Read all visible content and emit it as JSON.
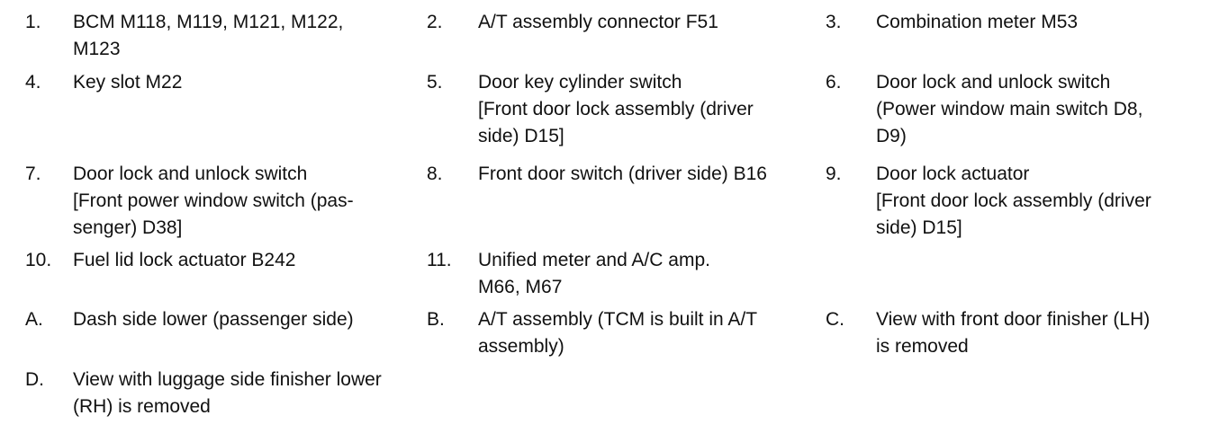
{
  "legend": {
    "items": [
      {
        "num": "1.",
        "text": "BCM M118, M119, M121, M122,\nM123"
      },
      {
        "num": "2.",
        "text": "A/T assembly connector F51"
      },
      {
        "num": "3.",
        "text": "Combination meter M53"
      },
      {
        "num": "4.",
        "text": "Key slot M22"
      },
      {
        "num": "5.",
        "text": "Door key cylinder switch\n[Front door lock assembly (driver\nside) D15]"
      },
      {
        "num": "6.",
        "text": "Door lock and unlock switch\n(Power window main switch D8,\nD9)"
      },
      {
        "num": "7.",
        "text": "Door lock and unlock switch\n[Front power window switch (pas-\nsenger) D38]"
      },
      {
        "num": "8.",
        "text": "Front door switch (driver side) B16"
      },
      {
        "num": "9.",
        "text": "Door lock actuator\n[Front door lock assembly (driver\nside) D15]"
      },
      {
        "num": "10.",
        "text": "Fuel lid lock actuator B242"
      },
      {
        "num": "11.",
        "text": "Unified meter and A/C amp.\nM66, M67"
      },
      {
        "num": "A.",
        "text": "Dash side lower (passenger side)"
      },
      {
        "num": "B.",
        "text": "A/T assembly (TCM is built in A/T\nassembly)"
      },
      {
        "num": "C.",
        "text": "View with front door finisher (LH)\nis removed"
      },
      {
        "num": "D.",
        "text": "View with luggage side finisher lower\n(RH) is removed"
      }
    ]
  }
}
